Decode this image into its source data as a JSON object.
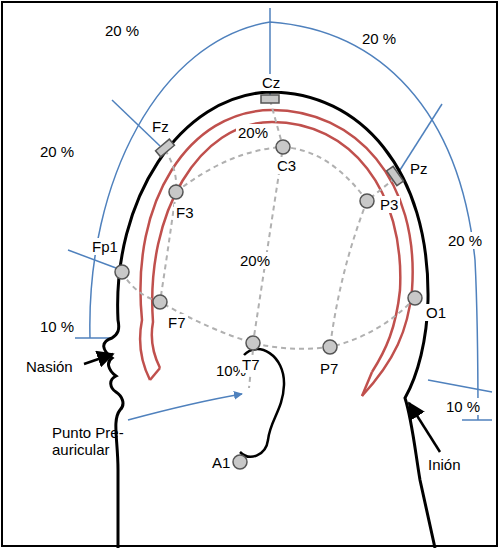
{
  "diagram": {
    "labels": [
      "20 %",
      "20 %",
      "20 %",
      "20%",
      "20 %",
      "10 %",
      "20%",
      "10%",
      "10 %",
      "Fz",
      "Cz",
      "Pz",
      "F3",
      "C3",
      "P3",
      "Fp1",
      "F7",
      "T7",
      "P7",
      "O1",
      "A1",
      "Nasión",
      "Inión",
      "Punto Pre-auricular"
    ]
  }
}
